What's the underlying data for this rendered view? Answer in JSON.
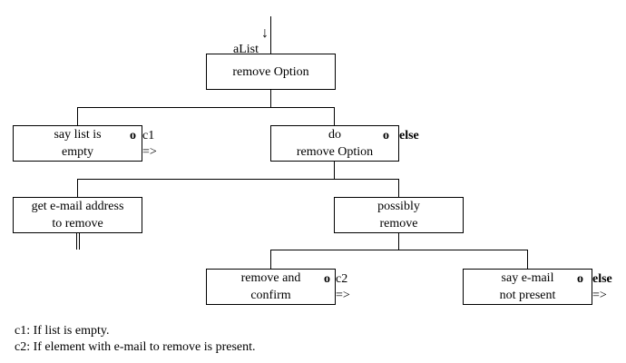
{
  "root": {
    "input_label": "aList",
    "input_arrow": "↓",
    "lines": [
      "remove Option"
    ]
  },
  "n1": {
    "lines": [
      "say list is",
      "empty"
    ],
    "marker": "o",
    "cond": "c1",
    "arrow": "=>"
  },
  "n2": {
    "lines": [
      "do",
      "remove Option"
    ],
    "marker": "o",
    "cond": "else"
  },
  "n3": {
    "lines": [
      "get e-mail address",
      "to remove"
    ],
    "terminal": "||"
  },
  "n4": {
    "lines": [
      "possibly",
      "remove"
    ]
  },
  "n5": {
    "lines": [
      "remove and",
      "confirm"
    ],
    "marker": "o",
    "cond": "c2",
    "arrow": "=>"
  },
  "n6": {
    "lines": [
      "say e-mail",
      "not present"
    ],
    "marker": "o",
    "cond": "else",
    "arrow": "=>"
  },
  "legend": [
    "c1: If list is empty.",
    "c2: If element with e-mail to remove is present."
  ]
}
